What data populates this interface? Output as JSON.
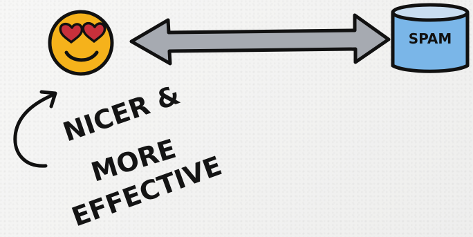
{
  "diagram": {
    "nodes": {
      "smiley": {
        "icon": "heart-eyes-smiley-icon",
        "face_color": "#f5b21b",
        "heart_color": "#c8303b"
      },
      "spam_can": {
        "icon": "spam-can-icon",
        "label": "SPAM",
        "body_color": "#7ab6e8",
        "lid_color": "#c9ddf0"
      }
    },
    "connector": {
      "type": "double-headed-arrow",
      "fill_color": "#a6aab1"
    },
    "note": {
      "arrow_icon": "curved-arrow-icon",
      "lines": [
        "NICER &",
        "MORE",
        "EFFECTIVE"
      ]
    }
  }
}
